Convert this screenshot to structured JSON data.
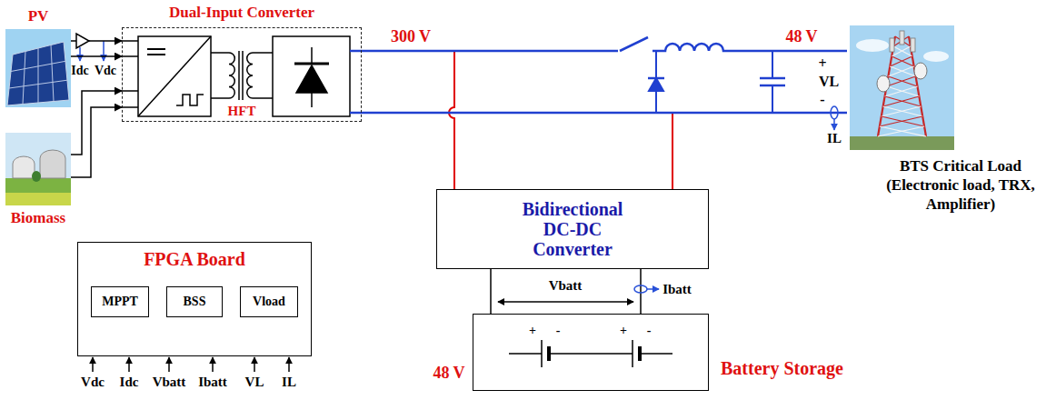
{
  "diagram": {
    "nodes": [
      {
        "text": [
          "PV"
        ]
      },
      {
        "text": [
          "Biomass"
        ]
      },
      {
        "text": [
          "Dual-Input Converter"
        ]
      },
      {
        "text": [
          "BTS Critical Load (Electronic load, TRX, Amplifier)"
        ]
      },
      {
        "text": [
          "Bidirectional DC-DC Converter"
        ]
      },
      {
        "text": [
          "Battery Storage"
        ]
      },
      {
        "text": [
          "FPGA Board"
        ]
      },
      {
        "text": [
          "MPPT"
        ],
        "in": 6
      },
      {
        "text": [
          "BSS"
        ],
        "in": 6
      },
      {
        "text": [
          "Vload"
        ],
        "in": 6
      }
    ],
    "edges": [
      {
        "from": 0,
        "to": 2,
        "arrow": "to"
      },
      {
        "from": 0,
        "to": 2,
        "arrow": "to"
      },
      {
        "from": 1,
        "to": 2,
        "arrow": "to"
      },
      {
        "from": 1,
        "to": 2,
        "arrow": "to"
      },
      {
        "from": 2,
        "to": 4,
        "arrow": "none"
      },
      {
        "from": 2,
        "to": 4,
        "arrow": "none"
      },
      {
        "from": 2,
        "to": 3,
        "arrow": "none"
      },
      {
        "from": 2,
        "to": 3,
        "arrow": "none"
      },
      {
        "from": 4,
        "to": 5,
        "arrow": "none"
      },
      {
        "from": 4,
        "to": 5,
        "arrow": "none"
      }
    ],
    "labels": [
      "Idc",
      "Vdc",
      "HFT",
      "300 V",
      "48 V",
      "+",
      "VL",
      "-",
      "IL",
      "Vbatt",
      "Ibatt",
      "48 V",
      "+",
      "-",
      "+",
      "-",
      "Vdc",
      "Idc",
      "Vbatt",
      "Ibatt",
      "VL",
      "IL"
    ]
  }
}
